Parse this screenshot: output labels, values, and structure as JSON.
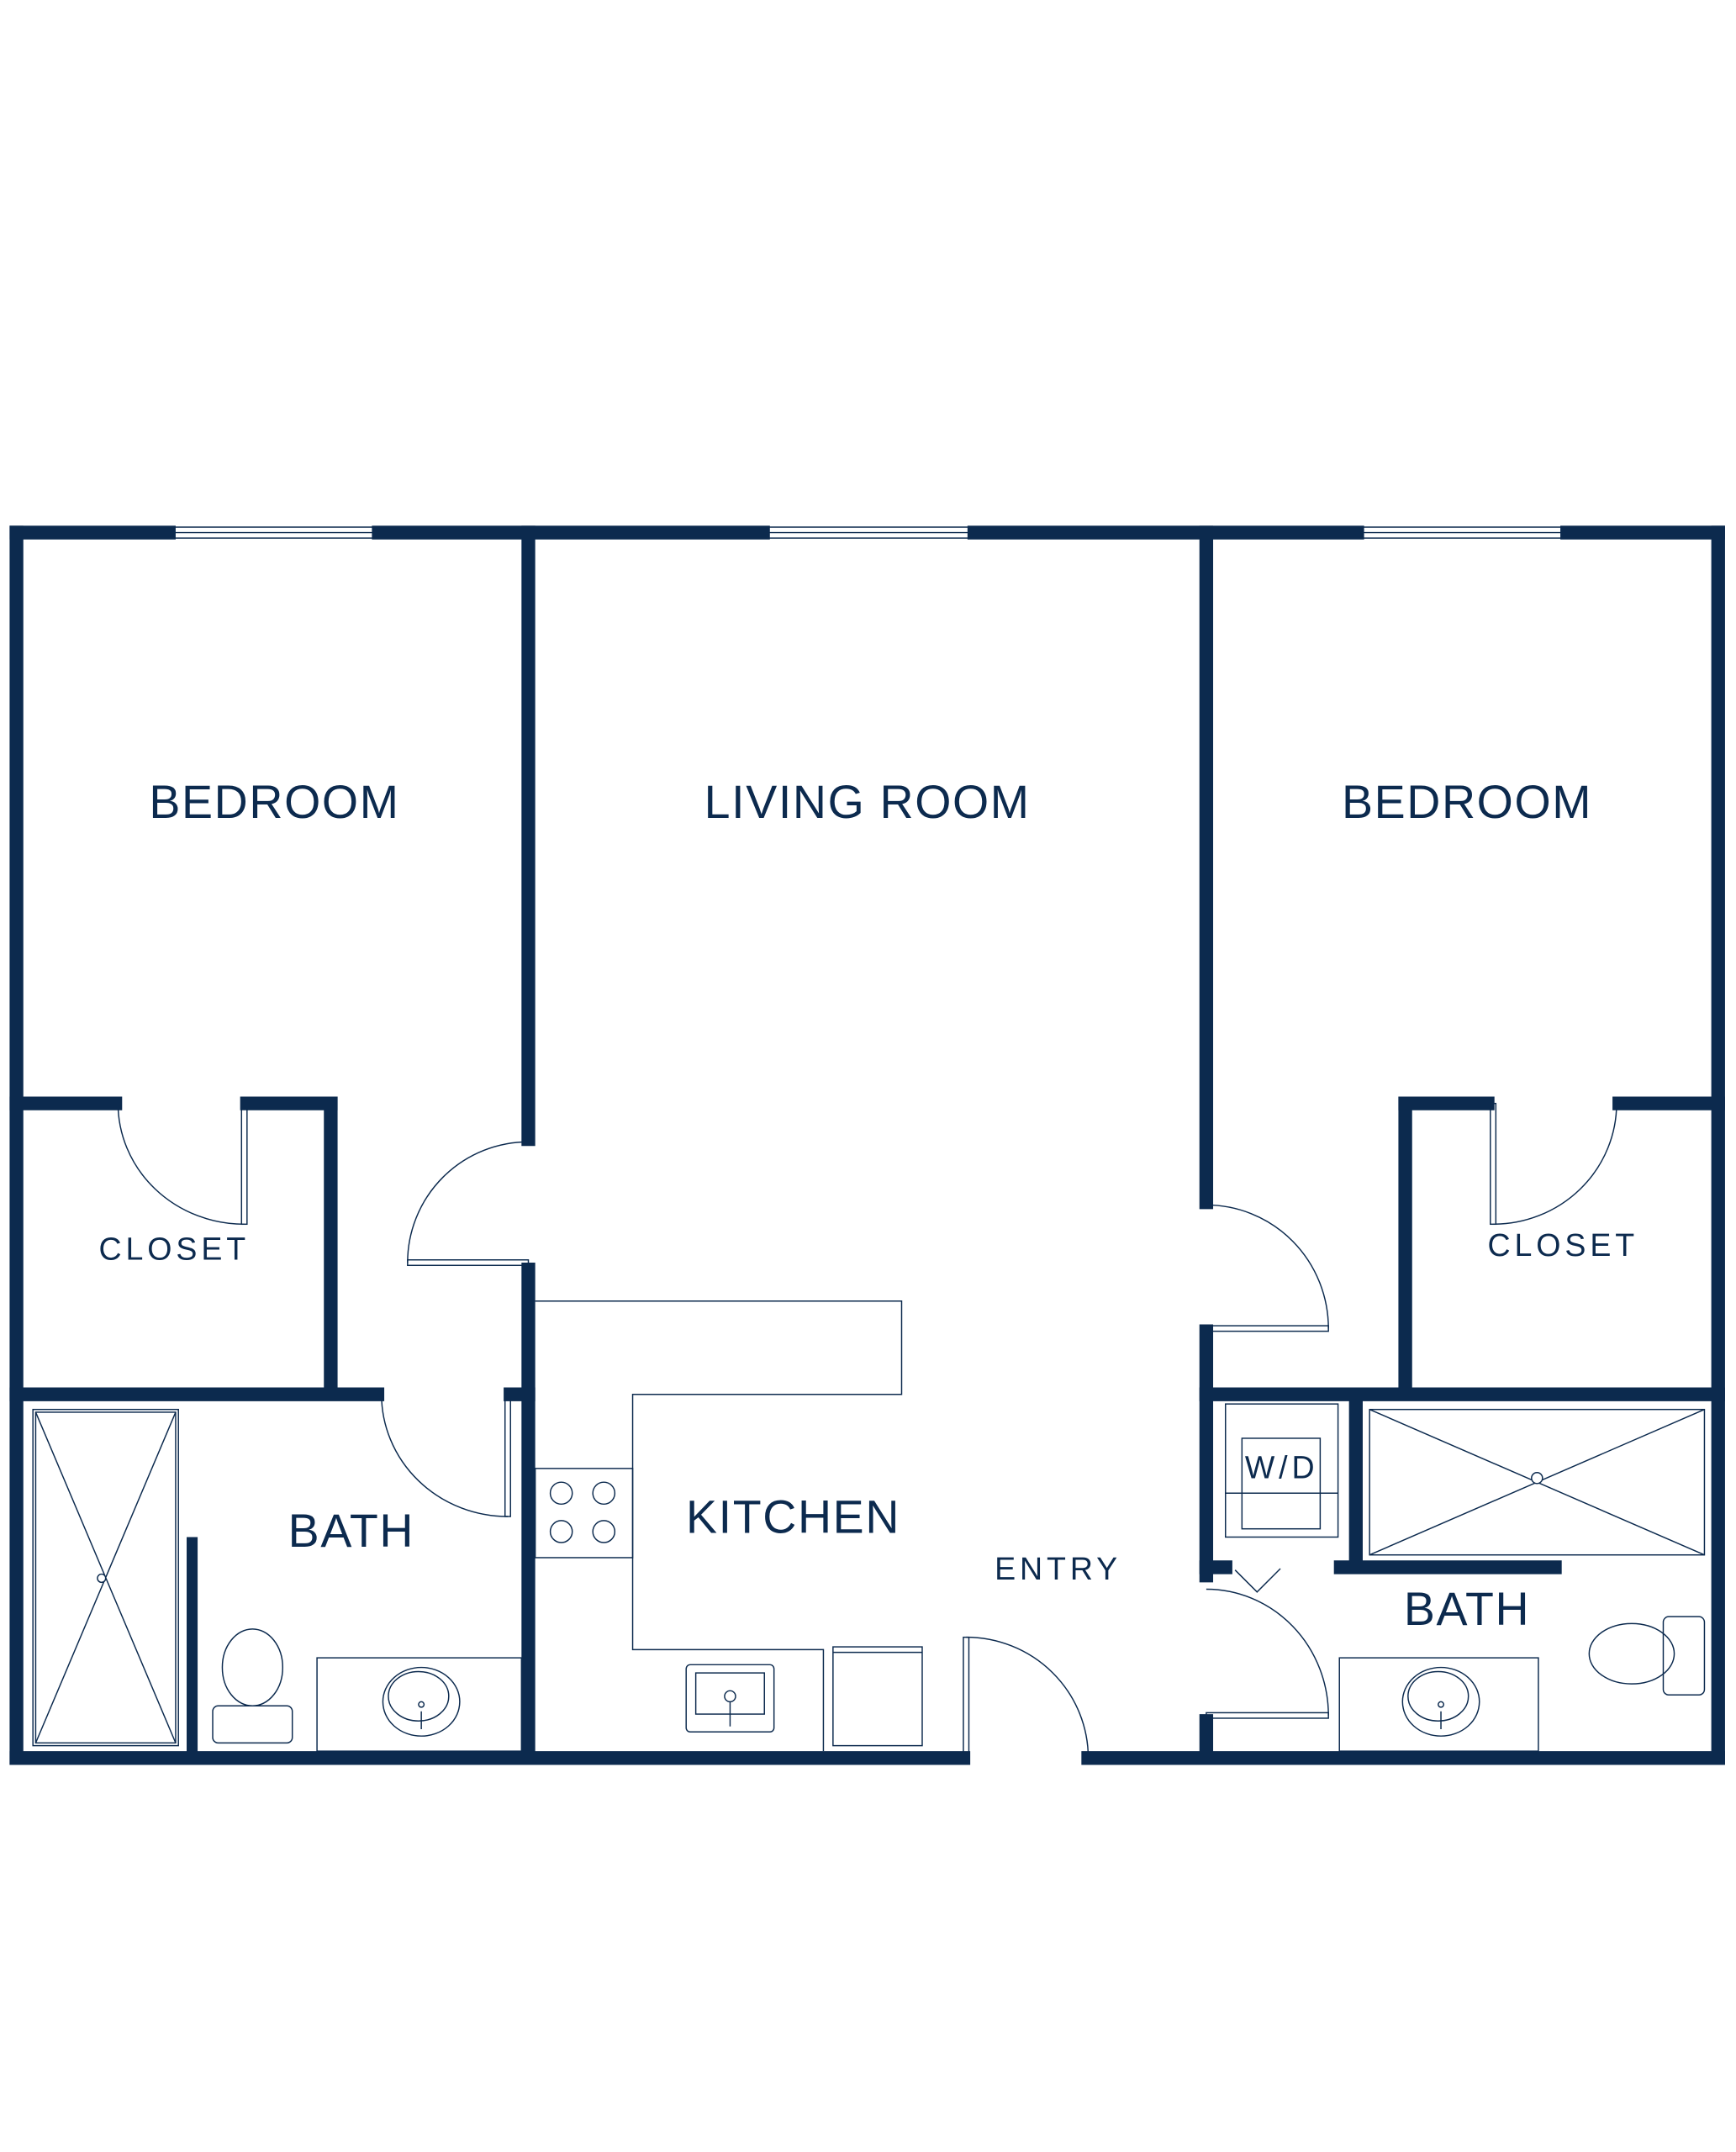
{
  "plan": {
    "wall_color": "#0c2a4e",
    "rooms": {
      "bedroom_left": "BEDROOM",
      "living_room": "LIVING ROOM",
      "bedroom_right": "BEDROOM",
      "closet_left": "CLOSET",
      "closet_right": "CLOSET",
      "bath_left": "BATH",
      "kitchen": "KITCHEN",
      "entry": "ENTRY",
      "bath_right": "BATH",
      "washer_dryer": "W/D"
    }
  }
}
